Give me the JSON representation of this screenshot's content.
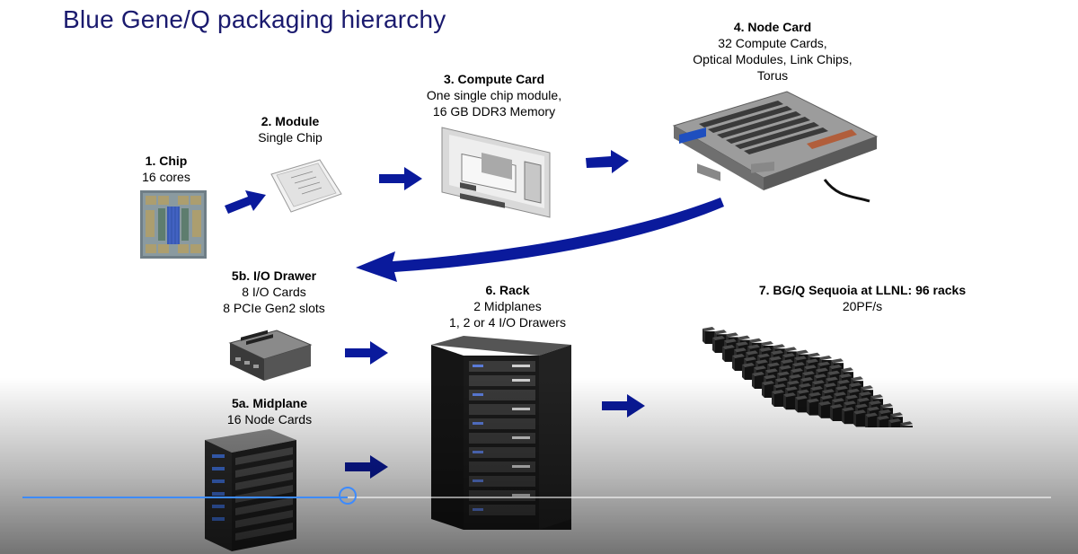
{
  "slide": {
    "title": "Blue Gene/Q packaging hierarchy",
    "items": [
      {
        "key": "chip",
        "heading": "1. Chip",
        "lines": [
          "16 cores"
        ]
      },
      {
        "key": "module",
        "heading": "2. Module",
        "lines": [
          "Single Chip"
        ]
      },
      {
        "key": "compute",
        "heading": "3. Compute Card",
        "lines": [
          "One single chip module,",
          "16 GB DDR3 Memory"
        ]
      },
      {
        "key": "node",
        "heading": "4. Node Card",
        "lines": [
          "32 Compute Cards,",
          "Optical Modules, Link Chips,",
          "Torus"
        ]
      },
      {
        "key": "io",
        "heading": "5b. I/O Drawer",
        "lines": [
          "8 I/O Cards",
          "8 PCIe Gen2 slots"
        ]
      },
      {
        "key": "midplane",
        "heading": "5a. Midplane",
        "lines": [
          "16 Node Cards"
        ]
      },
      {
        "key": "rack",
        "heading": "6. Rack",
        "lines": [
          "2 Midplanes",
          "1, 2 or 4 I/O Drawers"
        ]
      },
      {
        "key": "sequoia",
        "heading": "7. BG/Q Sequoia at LLNL: 96 racks",
        "lines": [
          "20PF/s"
        ]
      }
    ]
  },
  "player": {
    "progress": 0.316
  },
  "colors": {
    "title": "#1a1a6e",
    "arrow": "#0a1a9c",
    "progress": "#3d8bff"
  }
}
